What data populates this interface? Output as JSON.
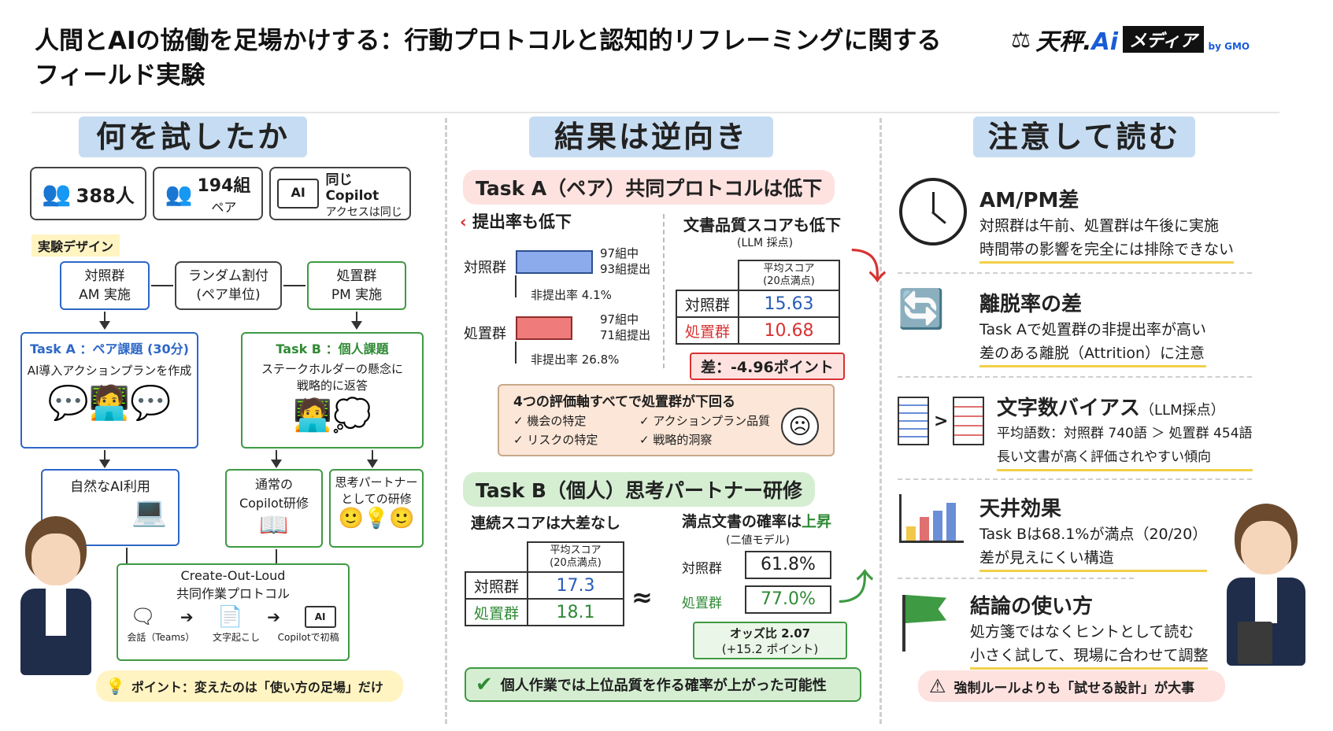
{
  "header": {
    "title": "人間とAIの協働を足場かけする：行動プロトコルと認知的リフレーミングに関するフィールド実験",
    "logo_main": "天秤.",
    "logo_ai": "Ai",
    "logo_media": "メディア",
    "logo_by": "by GMO"
  },
  "left": {
    "section_title": "何を試したか",
    "stats": {
      "people": "388人",
      "pairs_num": "194組",
      "pairs_unit": "ペア",
      "copilot_line1": "同じ Copilot",
      "copilot_line2": "アクセスは同じ",
      "ai_badge": "AI"
    },
    "design_label": "実験デザイン",
    "control": {
      "line1": "対照群",
      "line2": "AM 実施"
    },
    "random": {
      "line1": "ランダム割付",
      "line2": "(ペア単位)"
    },
    "treatment": {
      "line1": "処置群",
      "line2": "PM 実施"
    },
    "task_a": {
      "title": "Task A ：ペア課題 (30分)",
      "desc": "AI導入アクションプランを作成"
    },
    "task_b": {
      "title": "Task B ：個人課題",
      "desc1": "ステークホルダーの懸念に",
      "desc2": "戦略的に返答"
    },
    "natural": "自然なAI利用",
    "normal_training": {
      "line1": "通常の",
      "line2": "Copilot研修"
    },
    "partner_training": {
      "line1": "思考パートナー",
      "line2": "としての研修"
    },
    "protocol": {
      "line1": "Create-Out-Loud",
      "line2": "共同作業プロトコル",
      "step1": "会話（Teams）",
      "step2": "文字起こし",
      "step3": "Copilotで初稿",
      "ai_badge": "AI"
    },
    "point": "ポイント：変えたのは「使い方の足場」だけ"
  },
  "middle": {
    "section_title": "結果は逆向き",
    "task_a_header": "Task A（ペア）共同プロトコルは低下",
    "submit": {
      "title": "提出率も低下",
      "control_label": "対照群",
      "control_l1": "97組中",
      "control_l2": "93組提出",
      "control_non": "非提出率 4.1%",
      "treat_label": "処置群",
      "treat_l1": "97組中",
      "treat_l2": "71組提出",
      "treat_non": "非提出率 26.8%"
    },
    "quality": {
      "title": "文書品質スコアも低下",
      "subtitle": "(LLM 採点)",
      "col_header1": "平均スコア",
      "col_header2": "(20点満点)",
      "control_label": "対照群",
      "control_value": "15.63",
      "treat_label": "処置群",
      "treat_value": "10.68",
      "diff": "差：-4.96ポイント"
    },
    "axes": {
      "title": "4つの評価軸すべてで処置群が下回る",
      "items": [
        "✓ 機会の特定",
        "✓ アクションプラン品質",
        "✓ リスクの特定",
        "✓ 戦略的洞察"
      ]
    },
    "task_b_header": "Task B（個人）思考パートナー研修",
    "continuous": {
      "title": "連続スコアは大差なし",
      "col_header1": "平均スコア",
      "col_header2": "(20点満点)",
      "control_label": "対照群",
      "control_value": "17.3",
      "treat_label": "処置群",
      "treat_value": "18.1",
      "approx": "≈"
    },
    "perfect": {
      "title_pre": "満点文書の確率は",
      "title_up": "上昇",
      "subtitle": "(二値モデル)",
      "control_label": "対照群",
      "control_value": "61.8%",
      "treat_label": "処置群",
      "treat_value": "77.0%",
      "odds1": "オッズ比 2.07",
      "odds2": "(+15.2 ポイント)"
    },
    "conclusion": "個人作業では上位品質を作る確率が上がった可能性"
  },
  "right": {
    "section_title": "注意して読む",
    "items": [
      {
        "title": "AM/PM差",
        "line1": "対照群は午前、処置群は午後に実施",
        "line2": "時間帯の影響を完全には排除できない"
      },
      {
        "title": "離脱率の差",
        "line1": "Task Aで処置群の非提出率が高い",
        "line2": "差のある離脱（Attrition）に注意"
      },
      {
        "title": "文字数バイアス",
        "title_sub": "（LLM採点）",
        "line1": "平均語数：対照群 740語 ＞ 処置群 454語",
        "line2": "長い文書が高く評価されやすい傾向"
      },
      {
        "title": "天井効果",
        "line1": "Task Bは68.1%が満点（20/20）",
        "line2": "差が見えにくい構造"
      },
      {
        "title": "結論の使い方",
        "line1": "処方箋ではなくヒントとして読む",
        "line2": "小さく試して、現場に合わせて調整"
      }
    ],
    "warning": "強制ルールよりも「試せる設計」が大事"
  },
  "colors": {
    "section_bg": "#c6dcf2",
    "green": "#3e9a43",
    "blue": "#2d67c7",
    "red": "#d83232",
    "highlight": "#f2d04a"
  }
}
